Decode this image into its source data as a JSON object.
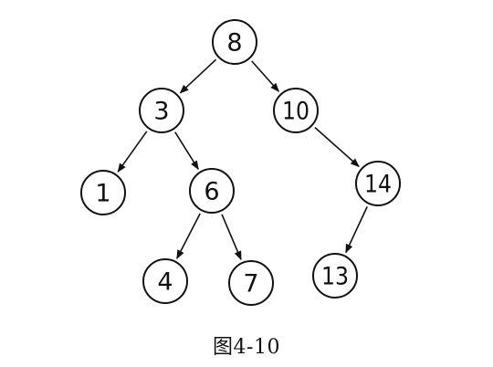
{
  "tree": {
    "nodes": [
      {
        "id": "n8",
        "label": "8"
      },
      {
        "id": "n3",
        "label": "3"
      },
      {
        "id": "n10",
        "label": "10"
      },
      {
        "id": "n1",
        "label": "1"
      },
      {
        "id": "n6",
        "label": "6"
      },
      {
        "id": "n14",
        "label": "14"
      },
      {
        "id": "n4",
        "label": "4"
      },
      {
        "id": "n7",
        "label": "7"
      },
      {
        "id": "n13",
        "label": "13"
      }
    ],
    "edges": [
      {
        "from": "n8",
        "to": "n3"
      },
      {
        "from": "n8",
        "to": "n10"
      },
      {
        "from": "n3",
        "to": "n1"
      },
      {
        "from": "n3",
        "to": "n6"
      },
      {
        "from": "n10",
        "to": "n14"
      },
      {
        "from": "n6",
        "to": "n4"
      },
      {
        "from": "n6",
        "to": "n7"
      },
      {
        "from": "n14",
        "to": "n13"
      }
    ]
  },
  "caption": "图4-10"
}
